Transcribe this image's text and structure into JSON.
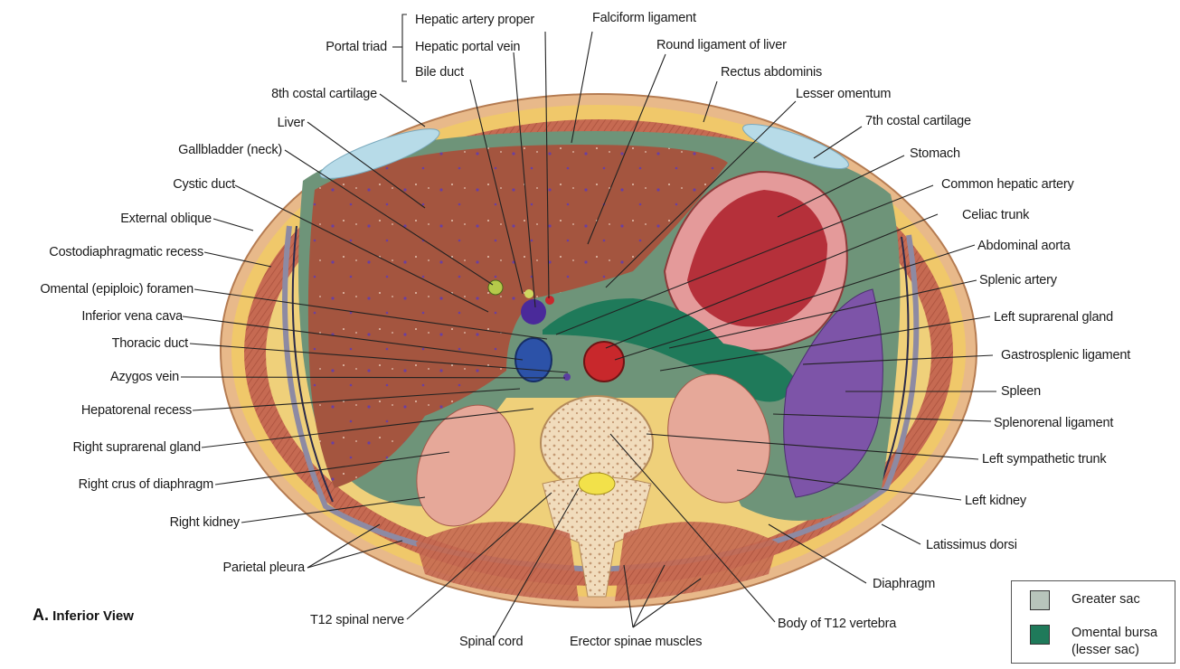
{
  "figure": {
    "title_letter": "A.",
    "title_text": "Inferior View"
  },
  "legend": {
    "greater_sac": "Greater sac",
    "omental_bursa_line1": "Omental bursa",
    "omental_bursa_line2": "(lesser sac)",
    "greater_sac_color": "#b8c4bb",
    "omental_bursa_color": "#1f7a5a"
  },
  "labels": {
    "portal_triad": "Portal triad",
    "hepatic_artery_proper": "Hepatic artery proper",
    "hepatic_portal_vein": "Hepatic portal vein",
    "bile_duct": "Bile duct",
    "falciform_ligament": "Falciform ligament",
    "round_ligament": "Round ligament of liver",
    "rectus_abdominis": "Rectus abdominis",
    "lesser_omentum": "Lesser omentum",
    "costal_8th": "8th costal cartilage",
    "costal_7th": "7th costal cartilage",
    "liver": "Liver",
    "stomach": "Stomach",
    "gallbladder": "Gallbladder (neck)",
    "common_hepatic_artery": "Common hepatic artery",
    "cystic_duct": "Cystic duct",
    "celiac_trunk": "Celiac trunk",
    "external_oblique": "External oblique",
    "abdominal_aorta": "Abdominal aorta",
    "costodiaphragmatic_recess": "Costodiaphragmatic recess",
    "splenic_artery": "Splenic artery",
    "omental_foramen": "Omental (epiploic) foramen",
    "left_suprarenal": "Left suprarenal gland",
    "ivc": "Inferior vena cava",
    "gastrosplenic_ligament": "Gastrosplenic ligament",
    "thoracic_duct": "Thoracic duct",
    "spleen": "Spleen",
    "azygos_vein": "Azygos vein",
    "splenorenal_ligament": "Splenorenal ligament",
    "hepatorenal_recess": "Hepatorenal recess",
    "left_sympathetic_trunk": "Left sympathetic trunk",
    "right_suprarenal": "Right suprarenal gland",
    "left_kidney": "Left kidney",
    "right_crus": "Right crus of diaphragm",
    "latissimus_dorsi": "Latissimus dorsi",
    "right_kidney": "Right kidney",
    "diaphragm": "Diaphragm",
    "parietal_pleura": "Parietal pleura",
    "t12_spinal_nerve": "T12 spinal nerve",
    "body_t12": "Body of T12 vertebra",
    "spinal_cord": "Spinal cord",
    "erector_spinae": "Erector spinae muscles"
  },
  "colors": {
    "skin_outer": "#e8b98a",
    "fat": "#f2cf6e",
    "muscle": "#c9664e",
    "liver": "#a8553f",
    "peritoneum_green": "#5f8a6b",
    "lesser_sac": "#1f7a5a",
    "stomach": "#b8343a",
    "spleen": "#7d54a8",
    "kidney": "#e3a497",
    "vertebra": "#f0d7b4",
    "aorta": "#c8282c",
    "ivc": "#2c52a8"
  }
}
